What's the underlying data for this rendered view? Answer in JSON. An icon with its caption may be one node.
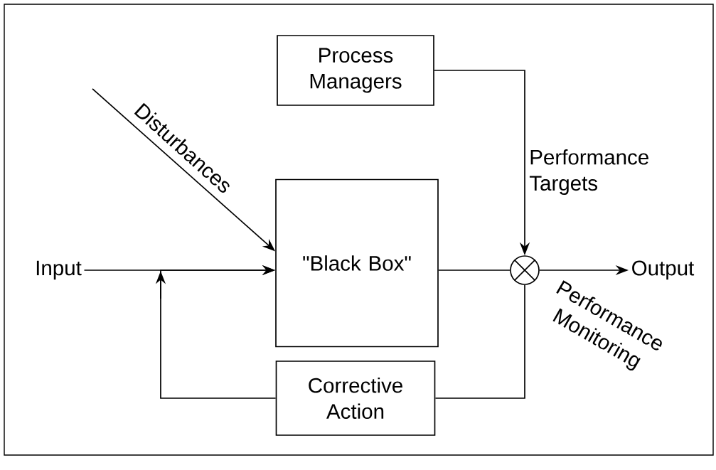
{
  "diagram": {
    "nodes": [
      {
        "text": [
          "Process Managers"
        ]
      },
      {
        "text": [
          "\"Black Box\""
        ]
      },
      {
        "text": [
          "Corrective Action"
        ]
      },
      {
        "text": [
          "Input"
        ]
      },
      {
        "text": [
          "Output"
        ]
      },
      {
        "text": [],
        "shape": "circle"
      }
    ],
    "edges": [
      {
        "from": 3,
        "to": 1,
        "arrow": "to"
      },
      {
        "from": null,
        "to": 1,
        "arrow": "to",
        "label": "Disturbances"
      },
      {
        "from": 0,
        "to": 5,
        "arrow": "to",
        "label": "Performance Targets"
      },
      {
        "from": 1,
        "to": 5,
        "arrow": "none"
      },
      {
        "from": 5,
        "to": 4,
        "arrow": "to"
      },
      {
        "from": 5,
        "to": 2,
        "arrow": "none",
        "label": "Performance Monitoring"
      },
      {
        "from": 2,
        "to": 1,
        "arrow": "to"
      }
    ]
  }
}
